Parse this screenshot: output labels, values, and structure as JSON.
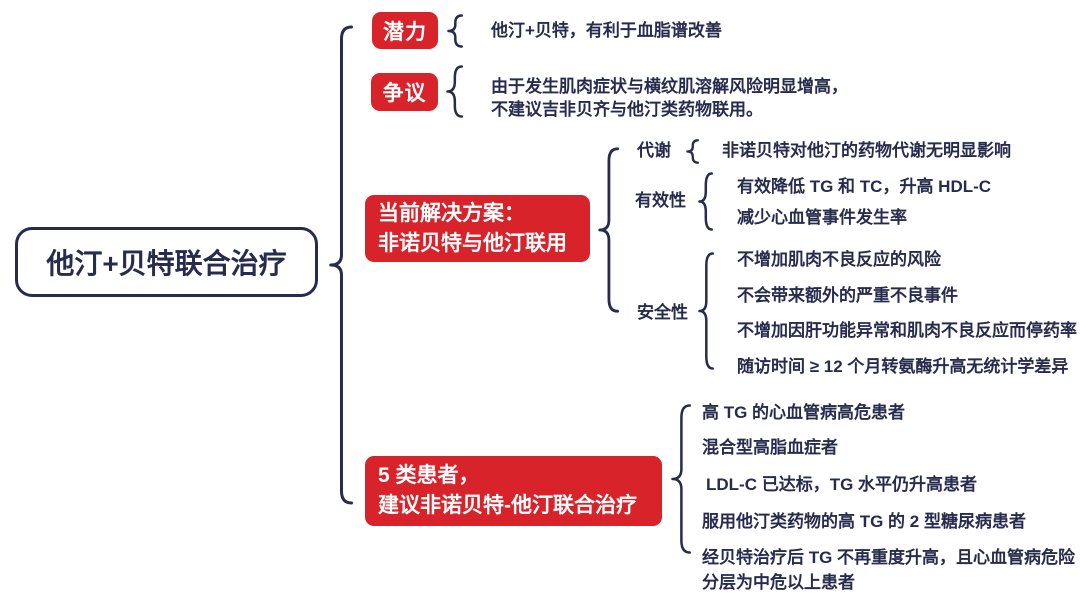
{
  "colors": {
    "red": "#d8232b",
    "navy": "#272c4e",
    "background": "#ffffff"
  },
  "root": {
    "label": "他汀+贝特联合治疗"
  },
  "branches": {
    "potential": {
      "label": "潜力",
      "items": [
        "他汀+贝特，有利于血脂谱改善"
      ]
    },
    "controversy": {
      "label": "争议",
      "lines": [
        "由于发生肌肉症状与横纹肌溶解风险明显增高，",
        "不建议吉非贝齐与他汀类药物联用。"
      ]
    },
    "solution": {
      "label_line1": "当前解决方案：",
      "label_line2": "非诺贝特与他汀联用",
      "metabolism": {
        "label": "代谢",
        "items": [
          "非诺贝特对他汀的药物代谢无明显影响"
        ]
      },
      "efficacy": {
        "label": "有效性",
        "items": [
          "有效降低 TG 和 TC，升高 HDL-C",
          "减少心血管事件发生率"
        ]
      },
      "safety": {
        "label": "安全性",
        "items": [
          "不增加肌肉不良反应的风险",
          "不会带来额外的严重不良事件",
          "不增加因肝功能异常和肌肉不良反应而停药率",
          "随访时间 ≥ 12 个月转氨酶升高无统计学差异"
        ]
      }
    },
    "patients": {
      "label_line1": "5 类患者，",
      "label_line2": "建议非诺贝特-他汀联合治疗",
      "items": [
        "高 TG 的心血管病高危患者",
        "混合型高脂血症者",
        "LDL-C 已达标，TG 水平仍升高患者",
        "服用他汀类药物的高 TG 的 2 型糖尿病患者",
        "经贝特治疗后 TG 不再重度升高，且心血管病危险分层为中危以上患者"
      ]
    }
  }
}
